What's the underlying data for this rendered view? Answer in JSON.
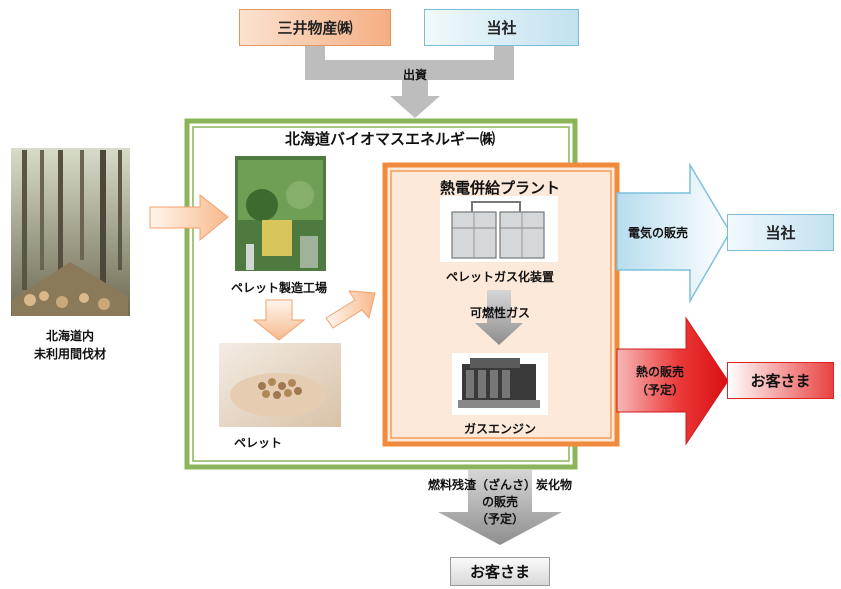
{
  "investors": {
    "mitsui": "三井物産㈱",
    "company": "当社",
    "investment_label": "出資"
  },
  "main_company": {
    "title": "北海道バイオマスエネルギー㈱"
  },
  "source": {
    "line1": "北海道内",
    "line2": "未利用間伐材"
  },
  "pellet_factory": {
    "label": "ペレット製造工場"
  },
  "pellet": {
    "label": "ペレット"
  },
  "plant": {
    "title": "熱電併給プラント",
    "gasifier": "ペレットガス化装置",
    "gas_label": "可燃性ガス",
    "engine": "ガスエンジン"
  },
  "outputs": {
    "electricity_label": "電気の販売",
    "electricity_target": "当社",
    "heat_label_line1": "熱の販売",
    "heat_label_line2": "（予定）",
    "heat_target": "お客さま",
    "residue_line1": "燃料残渣（ざんさ）炭化物",
    "residue_line2": "の販売",
    "residue_line3": "（予定）",
    "residue_target": "お客さま"
  },
  "colors": {
    "green_border": "#8cb45a",
    "orange_border": "#f08a3c",
    "plant_fill": "#fde9d9",
    "blue_fill": "#d6ecf6",
    "red": "#e8212a",
    "gray_arrow": "#bfbfbf"
  }
}
